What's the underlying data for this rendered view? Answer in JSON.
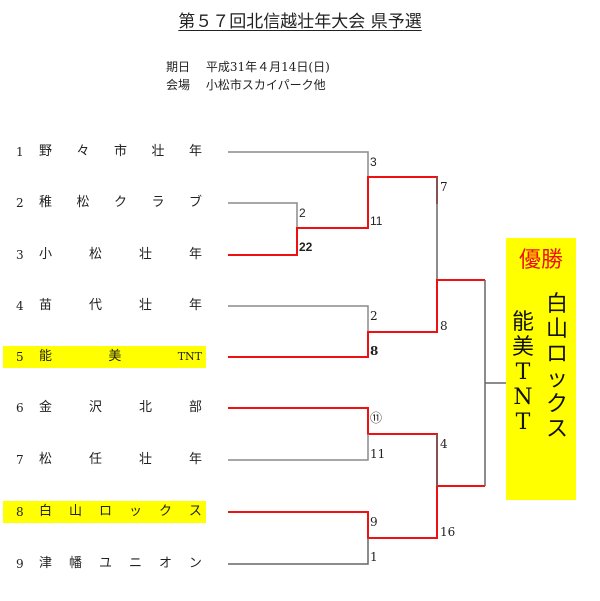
{
  "header": {
    "title": "第５７回北信越壮年大会 県予選",
    "date_label": "期日",
    "date_value": "平成31年４月14日(日)",
    "venue_label": "会場",
    "venue_value": "小松市スカイパーク他"
  },
  "teams": [
    {
      "num": "1",
      "chars": [
        "野",
        "々",
        "市",
        "壮",
        "年"
      ],
      "highlight": false
    },
    {
      "num": "2",
      "chars": [
        "稚",
        "松",
        "ク",
        "ラ",
        "ブ"
      ],
      "highlight": false
    },
    {
      "num": "3",
      "chars": [
        "小",
        "松",
        "壮",
        "年"
      ],
      "highlight": false
    },
    {
      "num": "4",
      "chars": [
        "苗",
        "代",
        "壮",
        "年"
      ],
      "highlight": false
    },
    {
      "num": "5",
      "chars": [
        "能",
        "美",
        "TNT"
      ],
      "highlight": true
    },
    {
      "num": "6",
      "chars": [
        "金",
        "沢",
        "北",
        "部"
      ],
      "highlight": false
    },
    {
      "num": "7",
      "chars": [
        "松",
        "任",
        "壮",
        "年"
      ],
      "highlight": false
    },
    {
      "num": "8",
      "chars": [
        "白",
        "山",
        "ロ",
        "ッ",
        "ク",
        "ス"
      ],
      "highlight": true
    },
    {
      "num": "9",
      "chars": [
        "津",
        "幡",
        "ユ",
        "ニ",
        "オ",
        "ン"
      ],
      "highlight": false
    }
  ],
  "scores": {
    "r1_team2": "2",
    "r1_team3": "22",
    "r2a_team1": "3",
    "r2a_team3": "11",
    "r2b_team4": "2",
    "r2b_team5": "8",
    "r2c_team6": "⑪",
    "r2c_team7": "11",
    "r2d_team8": "9",
    "r2d_team9": "1",
    "sf1_top": "7",
    "sf1_bottom": "8",
    "sf2_top": "4",
    "sf2_bottom": "16"
  },
  "champion": {
    "label": "優勝",
    "winner": [
      "白",
      "山",
      "ロ",
      "ッ",
      "ク",
      "ス"
    ],
    "runner_up": [
      "能",
      "美",
      "T",
      "N",
      "T"
    ]
  },
  "colors": {
    "winner_line": "#ee1111",
    "loser_line": "#8a8a8a",
    "highlight": "#ffff00"
  }
}
